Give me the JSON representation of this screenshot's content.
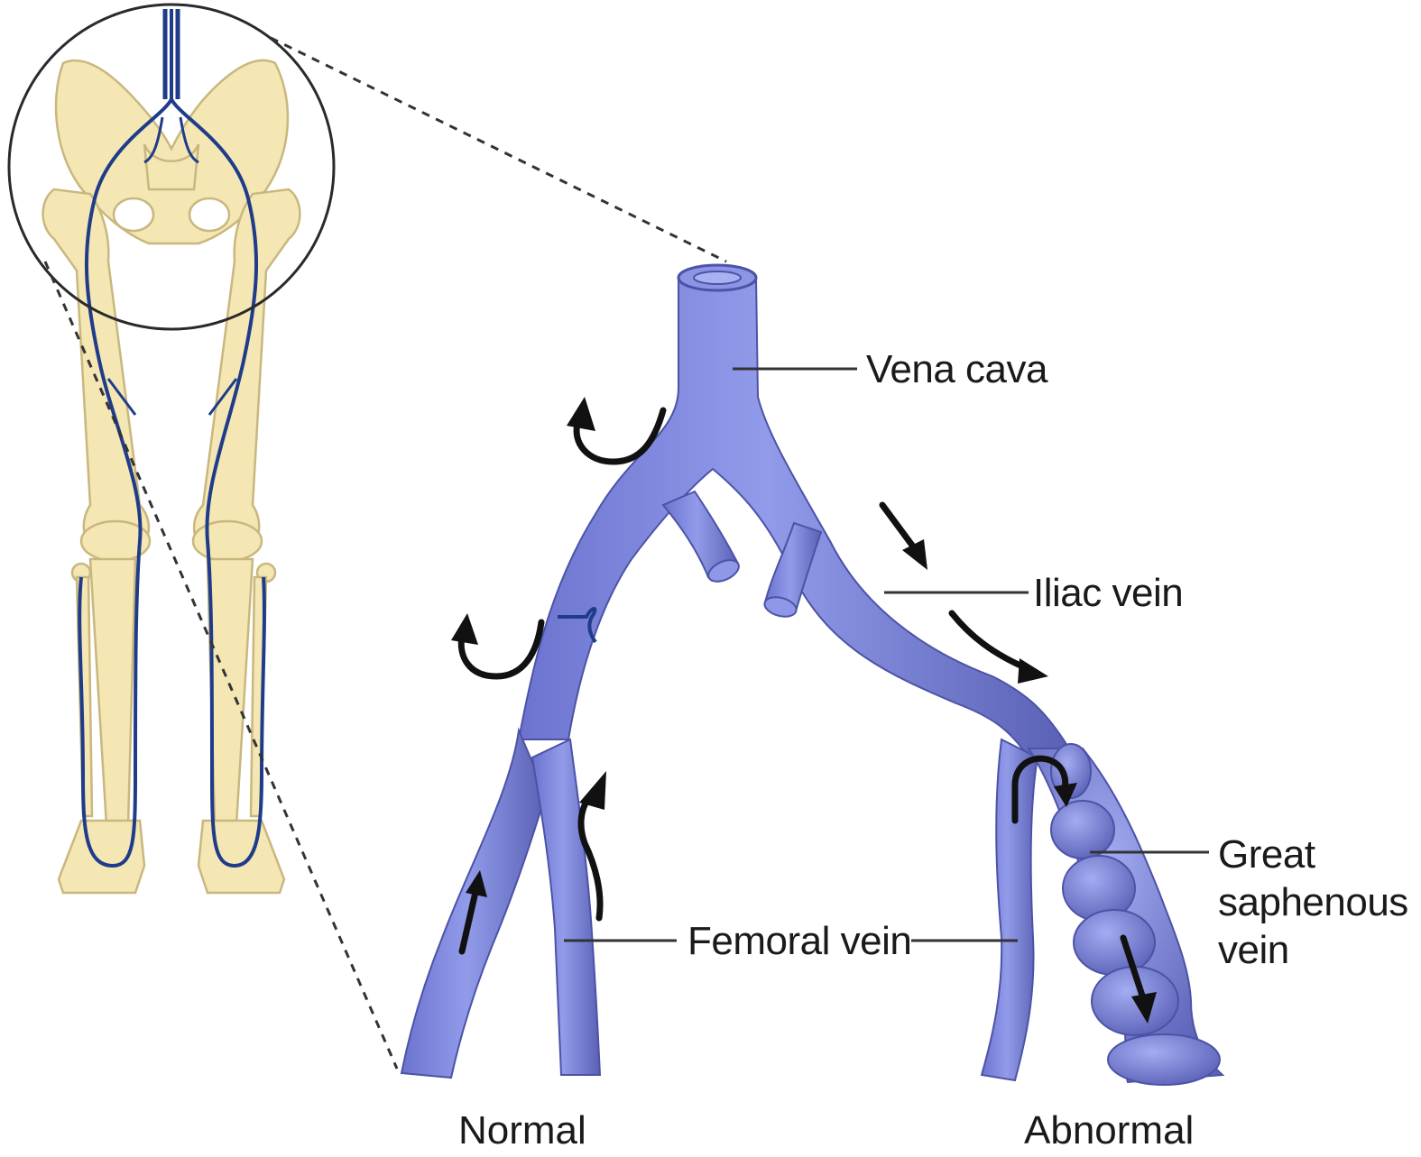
{
  "labels": {
    "vena_cava": "Vena cava",
    "iliac_vein": "Iliac vein",
    "femoral_vein": "Femoral vein",
    "great_saphenous_line1": "Great",
    "great_saphenous_line2": "saphenous",
    "great_saphenous_line3": "vein"
  },
  "captions": {
    "normal": "Normal",
    "abnormal": "Abnormal"
  },
  "colors": {
    "vein_fill": "#7d86dc",
    "vein_shadow": "#5c63b8",
    "bone_fill": "#f4e7b4",
    "bone_stroke": "#c9b77e",
    "small_vein": "#1f3c8a",
    "arrow": "#111111"
  }
}
